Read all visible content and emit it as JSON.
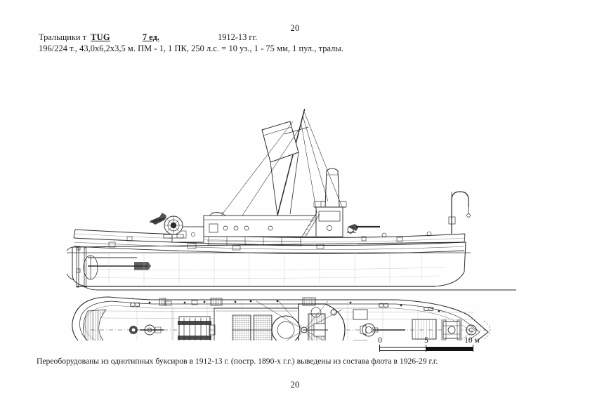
{
  "document": {
    "page_number_top": "20",
    "page_number_bottom": "20"
  },
  "header": {
    "ship_class_label": "Тральщики т",
    "ship_name": "TUG",
    "unit_count": "7 ед.",
    "years": "1912-13 гг.",
    "specifications": "196/224 т., 43,0х6,2х3,5 м. ПМ - 1, 1 ПК, 250 л.с. = 10 уз., 1 - 75 мм, 1 пул., тралы."
  },
  "caption": {
    "text": "Переоборудованы из однотипных буксиров в 1912-13 г. (постр. 1890-х г.г.) выведены из состава флота в 1926-29 г.г."
  },
  "scale_bar": {
    "label_0": "0",
    "label_5": "5",
    "label_10": "10 м",
    "units": "м",
    "min": 0,
    "mid": 5,
    "max": 10
  },
  "drawing": {
    "title": "Minesweeper TUG — side elevation and deck plan",
    "views": [
      {
        "name": "side-elevation",
        "description": "Port side profile, bow to the right"
      },
      {
        "name": "deck-plan",
        "description": "Plan view of main deck, bow to the right"
      }
    ],
    "line_color": "#2b2b2b",
    "fill_color": "#ffffff",
    "waterline_color": "#444444"
  }
}
